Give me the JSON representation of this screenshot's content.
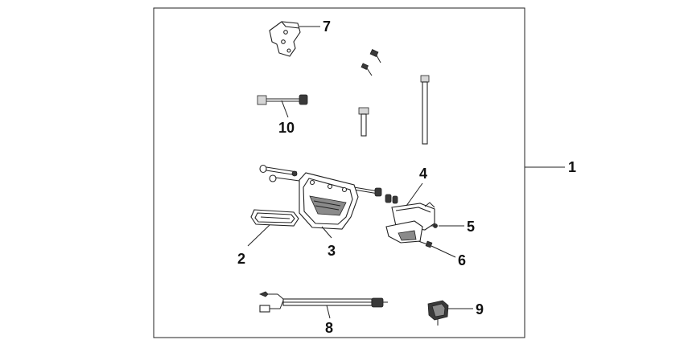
{
  "diagram": {
    "callouts": [
      "1",
      "2",
      "3",
      "4",
      "5",
      "6",
      "7",
      "8",
      "9",
      "10"
    ]
  },
  "colors": {
    "line": "#222222",
    "background": "#ffffff"
  }
}
